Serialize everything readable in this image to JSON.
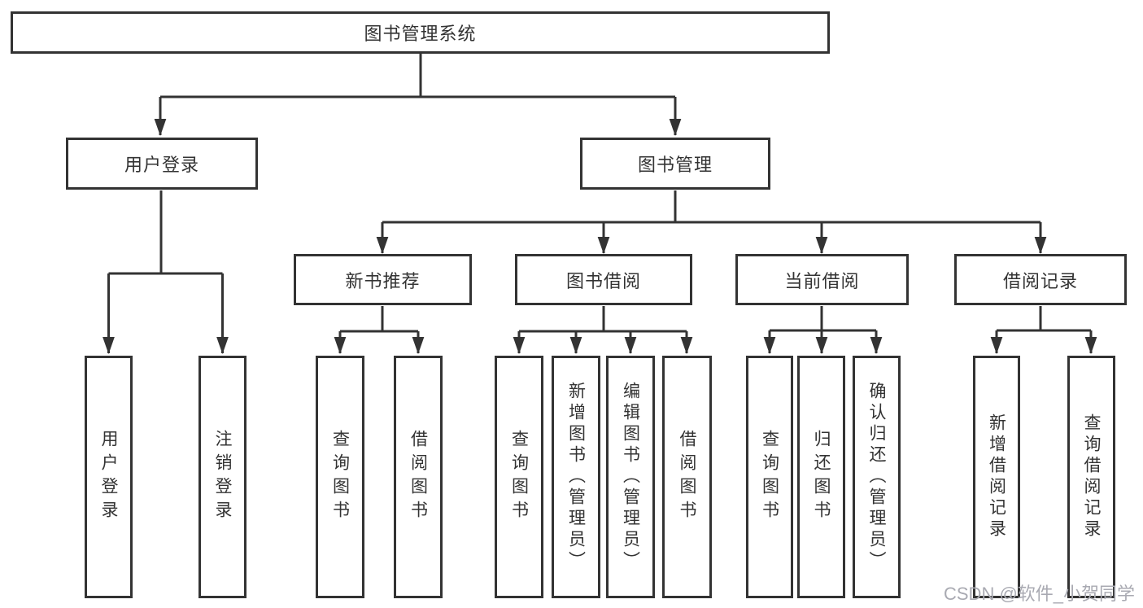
{
  "diagram": {
    "tree": {
      "root": {
        "label": "图书管理系统"
      },
      "branches": [
        {
          "label": "用户登录",
          "children": [
            {
              "label": "用户登录"
            },
            {
              "label": "注销登录"
            }
          ]
        },
        {
          "label": "图书管理",
          "children": [
            {
              "label": "新书推荐",
              "children": [
                {
                  "label": "查询图书"
                },
                {
                  "label": "借阅图书"
                }
              ]
            },
            {
              "label": "图书借阅",
              "children": [
                {
                  "label": "查询图书"
                },
                {
                  "label": "新增图书（管理员）"
                },
                {
                  "label": "编辑图书（管理员）"
                },
                {
                  "label": "借阅图书"
                }
              ]
            },
            {
              "label": "当前借阅",
              "children": [
                {
                  "label": "查询图书"
                },
                {
                  "label": "归还图书"
                },
                {
                  "label": "确认归还（管理员）"
                }
              ]
            },
            {
              "label": "借阅记录",
              "children": [
                {
                  "label": "新增借阅记录"
                },
                {
                  "label": "查询借阅记录"
                }
              ]
            }
          ]
        }
      ]
    },
    "colors": {
      "line": "#333333",
      "box_border": "#333333",
      "text": "#333333",
      "background": "#ffffff",
      "watermark": "#a9aab2"
    }
  },
  "watermark": {
    "text": "CSDN @软件_小贺同学"
  }
}
